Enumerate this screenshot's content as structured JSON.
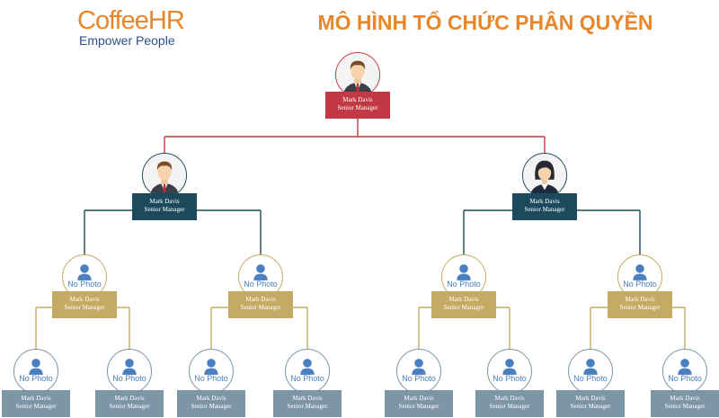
{
  "header": {
    "logo": {
      "brand": "CoffeeHR",
      "tagline": "Empower People"
    },
    "title": "MÔ HÌNH TỔ CHỨC PHÂN QUYỀN"
  },
  "colors": {
    "level0": "#c23945",
    "level1": "#1c4a5c",
    "level2": "#c5aa63",
    "level3": "#7c96a6"
  },
  "nodes": [
    {
      "id": "n0",
      "level": 0,
      "name": "Mark Davis",
      "role": "Senior Manager",
      "photo": "man-icon"
    },
    {
      "id": "n1",
      "level": 1,
      "name": "Mark Davis",
      "role": "Senior Manager",
      "photo": "man-icon"
    },
    {
      "id": "n2",
      "level": 1,
      "name": "Mark Davis",
      "role": "Senior Manager",
      "photo": "woman-icon"
    },
    {
      "id": "n3",
      "level": 2,
      "name": "Mark Davis",
      "role": "Senior Manager",
      "photo_text": "No Photo"
    },
    {
      "id": "n4",
      "level": 2,
      "name": "Mark Davis",
      "role": "Senior Manager",
      "photo_text": "No Photo"
    },
    {
      "id": "n5",
      "level": 2,
      "name": "Mark Davis",
      "role": "Senior Manager",
      "photo_text": "No Photo"
    },
    {
      "id": "n6",
      "level": 2,
      "name": "Mark Davis",
      "role": "Senior Manager",
      "photo_text": "No Photo"
    },
    {
      "id": "n7",
      "level": 3,
      "name": "Mark Davis",
      "role": "Senior Manager",
      "photo_text": "No Photo"
    },
    {
      "id": "n8",
      "level": 3,
      "name": "Mark Davis",
      "role": "Senior Manager",
      "photo_text": "No Photo"
    },
    {
      "id": "n9",
      "level": 3,
      "name": "Mark Davis",
      "role": "Senior Manager",
      "photo_text": "No Photo"
    },
    {
      "id": "n10",
      "level": 3,
      "name": "Mark Davis",
      "role": "Senior Manager",
      "photo_text": "No Photo"
    },
    {
      "id": "n11",
      "level": 3,
      "name": "Mark Davis",
      "role": "Senior Manager",
      "photo_text": "No Photo"
    },
    {
      "id": "n12",
      "level": 3,
      "name": "Mark Davis",
      "role": "Senior Manager",
      "photo_text": "No Photo"
    },
    {
      "id": "n13",
      "level": 3,
      "name": "Mark Davis",
      "role": "Senior Manager",
      "photo_text": "No Photo"
    },
    {
      "id": "n14",
      "level": 3,
      "name": "Mark Davis",
      "role": "Senior Manager",
      "photo_text": "No Photo"
    }
  ],
  "edges": [
    [
      "n0",
      "n1"
    ],
    [
      "n0",
      "n2"
    ],
    [
      "n1",
      "n3"
    ],
    [
      "n1",
      "n4"
    ],
    [
      "n2",
      "n5"
    ],
    [
      "n2",
      "n6"
    ],
    [
      "n3",
      "n7"
    ],
    [
      "n3",
      "n8"
    ],
    [
      "n4",
      "n9"
    ],
    [
      "n4",
      "n10"
    ],
    [
      "n5",
      "n11"
    ],
    [
      "n5",
      "n12"
    ],
    [
      "n6",
      "n13"
    ],
    [
      "n6",
      "n14"
    ]
  ]
}
